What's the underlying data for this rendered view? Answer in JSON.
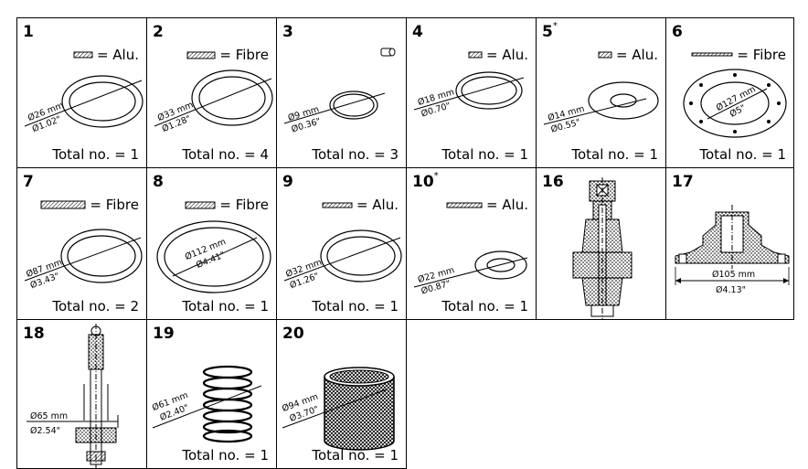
{
  "cells": [
    {
      "num": "1",
      "star": "",
      "material": "= Alu.",
      "mm": "Ø26 mm",
      "inch": "Ø1.02\"",
      "total": "Total no. = 1"
    },
    {
      "num": "2",
      "star": "",
      "material": "= Fibre",
      "mm": "Ø33 mm",
      "inch": "Ø1.28\"",
      "total": "Total no. = 4"
    },
    {
      "num": "3",
      "star": "",
      "material": "",
      "mm": "Ø9 mm",
      "inch": "Ø0.36\"",
      "total": "Total no. = 3"
    },
    {
      "num": "4",
      "star": "",
      "material": "= Alu.",
      "mm": "Ø18 mm",
      "inch": "Ø0.70\"",
      "total": "Total no. = 1"
    },
    {
      "num": "5",
      "star": "*",
      "material": "= Alu.",
      "mm": "Ø14 mm",
      "inch": "Ø0.55\"",
      "total": "Total no. = 1"
    },
    {
      "num": "6",
      "star": "",
      "material": "= Fibre",
      "mm": "Ø127 mm",
      "inch": "Ø5\"",
      "total": "Total no. = 1"
    },
    {
      "num": "7",
      "star": "",
      "material": "= Fibre",
      "mm": "Ø87 mm",
      "inch": "Ø3.43\"",
      "total": "Total no. = 2"
    },
    {
      "num": "8",
      "star": "",
      "material": "= Fibre",
      "mm": "Ø112 mm",
      "inch": "Ø4.41\"",
      "total": "Total no. = 1"
    },
    {
      "num": "9",
      "star": "",
      "material": "= Alu.",
      "mm": "Ø32 mm",
      "inch": "Ø1.26\"",
      "total": "Total no. = 1"
    },
    {
      "num": "10",
      "star": "*",
      "material": "= Alu.",
      "mm": "Ø22 mm",
      "inch": "Ø0.87\"",
      "total": "Total no. = 1"
    },
    {
      "num": "16",
      "star": "",
      "material": "",
      "mm": "",
      "inch": "",
      "total": ""
    },
    {
      "num": "17",
      "star": "",
      "material": "",
      "mm": "Ø105 mm",
      "inch": "Ø4.13\"",
      "total": ""
    },
    {
      "num": "18",
      "star": "",
      "material": "",
      "mm": "Ø65 mm",
      "inch": "Ø2.54\"",
      "total": ""
    },
    {
      "num": "19",
      "star": "",
      "material": "",
      "mm": "Ø61 mm",
      "inch": "Ø2.40\"",
      "total": "Total no. = 1"
    },
    {
      "num": "20",
      "star": "",
      "material": "",
      "mm": "Ø94 mm",
      "inch": "Ø3.70\"",
      "total": "Total no. = 1"
    }
  ]
}
